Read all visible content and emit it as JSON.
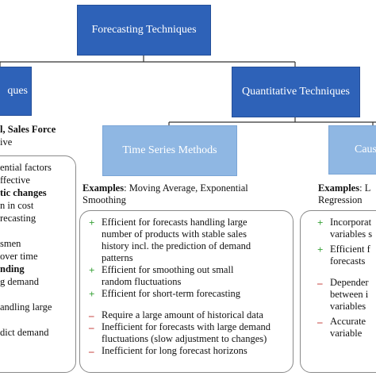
{
  "root": {
    "label": "Forecasting Techniques"
  },
  "qualitative": {
    "label": "ques",
    "examples_line1": "l, Sales Force",
    "examples_line2": "ive"
  },
  "quantitative": {
    "label": "Quantitative Techniques"
  },
  "time_series": {
    "label": "Time Series Methods",
    "examples_key": "Examples",
    "examples_line1": ": Moving Average, Exponential",
    "examples_line2": "Smoothing",
    "items": [
      {
        "marker": "+",
        "lines": [
          "Efficient for forecasts handling large",
          "number of products with stable sales",
          "history incl. the prediction of demand",
          "patterns"
        ]
      },
      {
        "marker": "+",
        "lines": [
          "Efficient for smoothing out small",
          "random fluctuations"
        ]
      },
      {
        "marker": "+",
        "lines": [
          "Efficient for short-term forecasting"
        ]
      },
      {
        "marker": "–",
        "lines": [
          "Require a large amount of historical data"
        ]
      },
      {
        "marker": "–",
        "lines": [
          "Inefficient for forecasts with large demand",
          "fluctuations (slow adjustment to changes)"
        ]
      },
      {
        "marker": "–",
        "lines": [
          "Inefficient for long forecast horizons"
        ]
      }
    ]
  },
  "causal": {
    "label": "Caus",
    "examples_key": "Examples",
    "examples_line1": ": L",
    "examples_line2": "Regression",
    "items": [
      {
        "marker": "+",
        "lines": [
          "Incorporat",
          "variables s"
        ]
      },
      {
        "marker": "+",
        "lines": [
          "Efficient f",
          "forecasts"
        ]
      },
      {
        "marker": "–",
        "lines": [
          "Depender",
          "between i",
          "variables"
        ]
      },
      {
        "marker": "–",
        "lines": [
          "Accurate",
          "variable"
        ]
      }
    ]
  },
  "left_panel": {
    "lines": [
      "ential factors",
      "ffective",
      "tic changes",
      "n in cost",
      "recasting",
      "",
      "smen",
      "over time",
      "nding",
      "g demand",
      "",
      "andling large",
      "",
      "dict demand"
    ]
  },
  "colors": {
    "dark_box": "#2e62b8",
    "light_box": "#8fb7e3",
    "positive": "#3aa23a",
    "negative": "#c0302c"
  }
}
